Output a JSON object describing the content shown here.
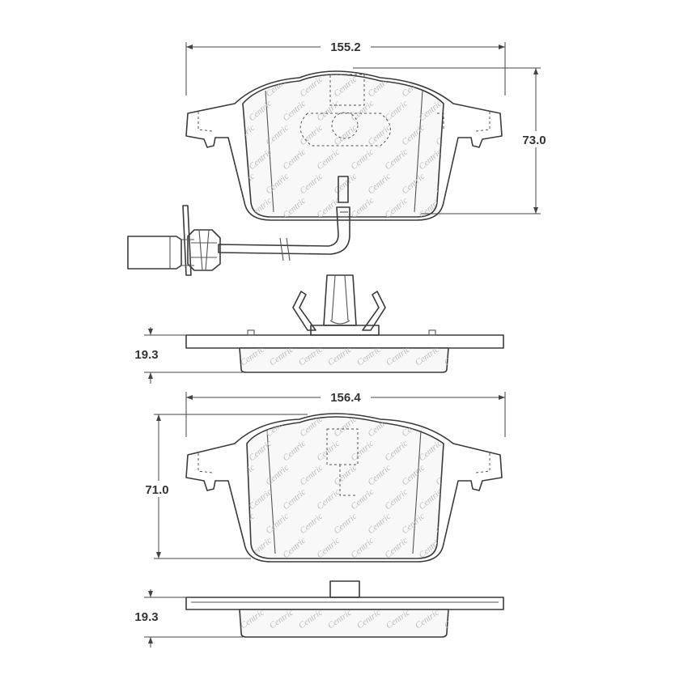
{
  "dimensions": {
    "top_width": "155.2",
    "top_height": "73.0",
    "top_thickness": "19.3",
    "bottom_width": "156.4",
    "bottom_height": "71.0",
    "bottom_thickness": "19.3"
  },
  "watermark_text": "Centric",
  "colors": {
    "line": "#3a3a3a",
    "watermark": "#bdbdbd",
    "background": "#ffffff"
  }
}
